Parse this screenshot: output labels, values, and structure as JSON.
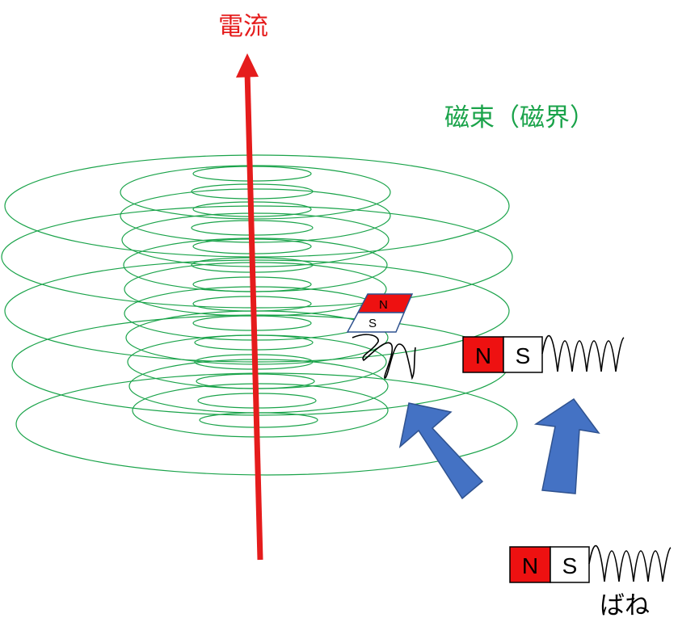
{
  "labels": {
    "current": "電流",
    "flux": "磁束（磁界）",
    "spring": "ばね"
  },
  "magnets": {
    "north": "N",
    "south": "S"
  },
  "colors": {
    "current": "#e51c1c",
    "flux": "#1aa34a",
    "north_fill": "#ee1111",
    "arrow_fill": "#4472c4",
    "arrow_stroke": "#2f528f"
  }
}
